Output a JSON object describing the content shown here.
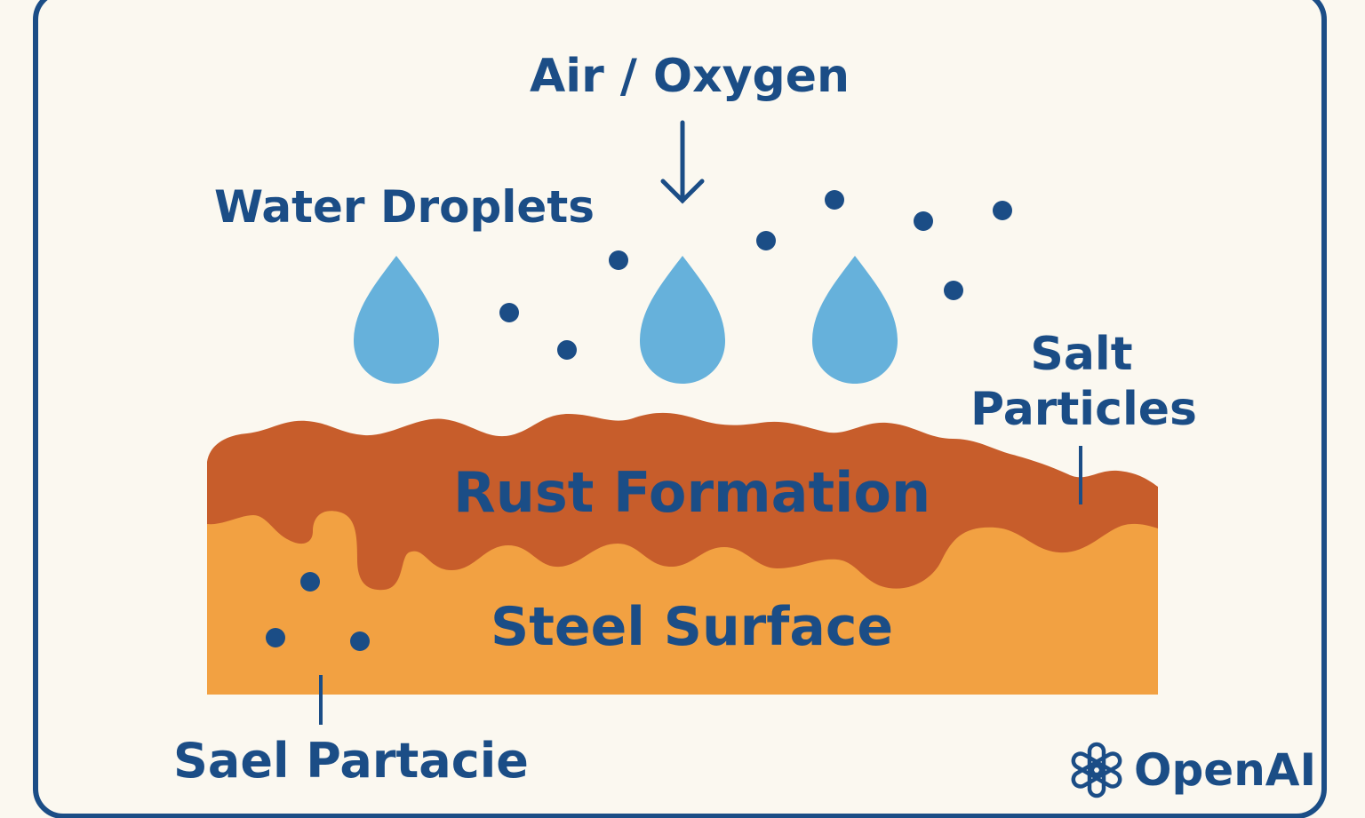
{
  "labels": {
    "air": "Air / Oxygen",
    "water": "Water Droplets",
    "salt_line1": "Salt",
    "salt_line2": "Particles",
    "rust": "Rust Formation",
    "steel": "Steel Surface",
    "sael": "Sael Partacie"
  },
  "logo": {
    "text": "OpenAI",
    "icon": "openai-knot-icon"
  },
  "colors": {
    "background": "#fbf8f0",
    "frame": "#1b4d86",
    "text": "#1b4d86",
    "rust": "#c75d2b",
    "steel": "#f2a142",
    "water": "#66b1db",
    "particle": "#1b4d86"
  },
  "icons": {
    "arrow": "down-arrow-icon",
    "droplet": "water-droplet-icon",
    "particle": "salt-particle-icon"
  }
}
